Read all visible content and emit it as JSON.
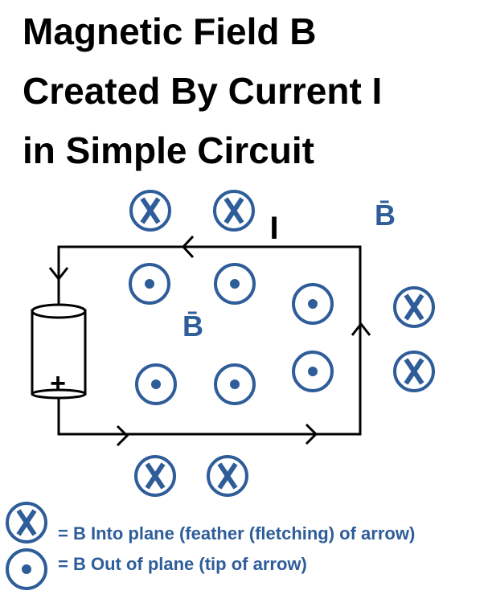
{
  "title": {
    "line1": "Magnetic Field B",
    "line2": "Created By Current I",
    "line3": "in Simple Circuit"
  },
  "labels": {
    "current": "I",
    "b_outside": "B̄",
    "b_inside": "B̄",
    "battery_plus": "+"
  },
  "legend": {
    "into_text": "= B Into plane (feather (fletching) of arrow)",
    "out_text": "= B Out of plane (tip of arrow)"
  },
  "colors": {
    "symbol": "#2e5d99",
    "wire": "#000000",
    "background": "#ffffff"
  }
}
